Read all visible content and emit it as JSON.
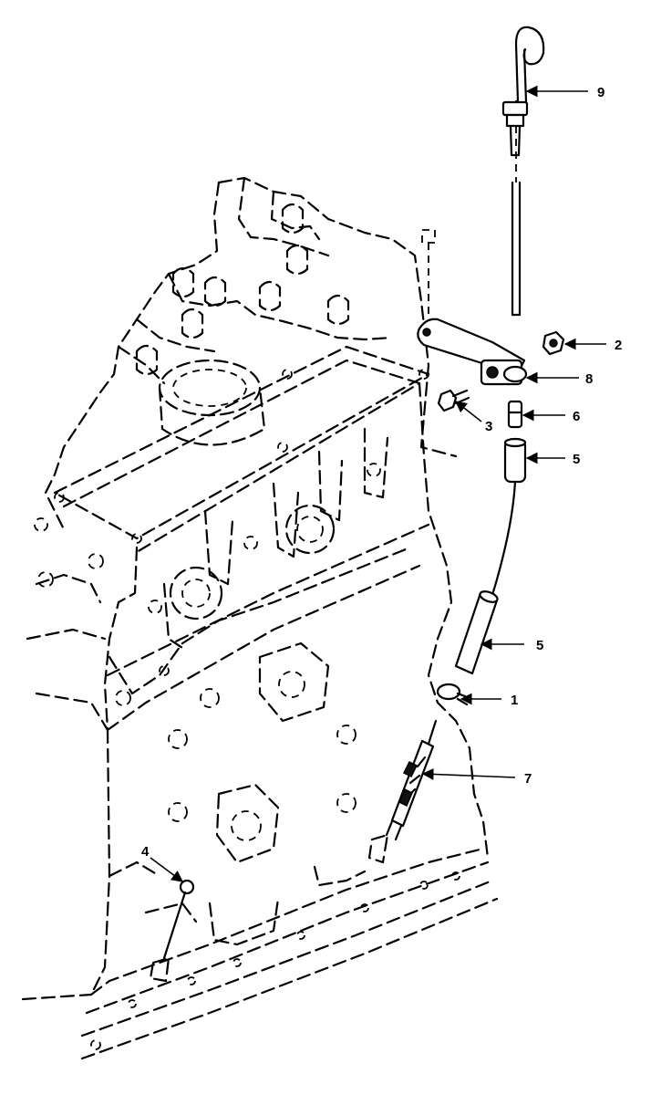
{
  "callouts": [
    {
      "id": "c9",
      "label": "9"
    },
    {
      "id": "c2",
      "label": "2"
    },
    {
      "id": "c8",
      "label": "8"
    },
    {
      "id": "c3",
      "label": "3"
    },
    {
      "id": "c6",
      "label": "6"
    },
    {
      "id": "c5a",
      "label": "5"
    },
    {
      "id": "c5b",
      "label": "5"
    },
    {
      "id": "c1",
      "label": "1"
    },
    {
      "id": "c7",
      "label": "7"
    },
    {
      "id": "c4",
      "label": "4"
    }
  ]
}
